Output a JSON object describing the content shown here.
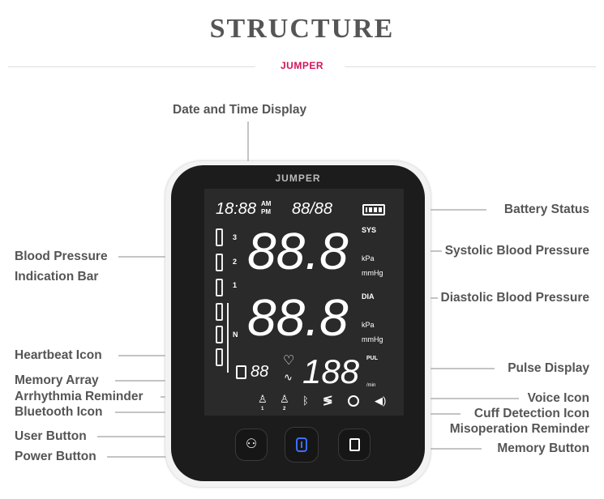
{
  "header": {
    "title": "STRUCTURE",
    "brand": "JUMPER"
  },
  "device": {
    "brand": "JUMPER",
    "time": "18:88",
    "am": "AM",
    "pm": "PM",
    "date": "88/88",
    "sys_value": "88.8",
    "dia_value": "88.8",
    "pulse_value": "188",
    "memory_value": "88",
    "sys_label": "SYS",
    "dia_label": "DIA",
    "kpa": "kPa",
    "mmhg": "mmHg",
    "pul_label": "PUL",
    "per_min": "/min",
    "levels": [
      "3",
      "2",
      "1",
      "N"
    ],
    "users": [
      "1",
      "2"
    ]
  },
  "labels": {
    "date_time": "Date and Time Display",
    "bp_bar_1": "Blood Pressure",
    "bp_bar_2": "Indication Bar",
    "heartbeat": "Heartbeat Icon",
    "memory_array": "Memory Array",
    "arrhythmia": "Arrhythmia Reminder",
    "bluetooth": "Bluetooth Icon",
    "user_button": "User Button",
    "power_button": "Power Button",
    "battery": "Battery Status",
    "systolic": "Systolic Blood Pressure",
    "diastolic": "Diastolic Blood Pressure",
    "pulse": "Pulse Display",
    "voice": "Voice Icon",
    "cuff": "Cuff Detection Icon",
    "misoperation": "Misoperation Reminder",
    "memory_button": "Memory Button"
  }
}
